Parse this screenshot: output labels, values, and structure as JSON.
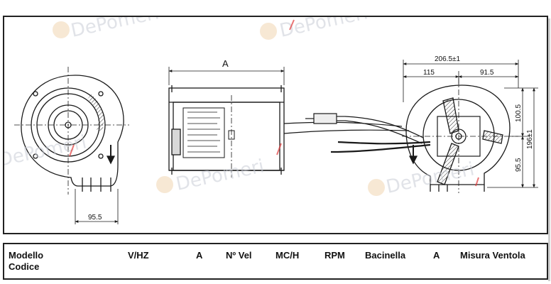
{
  "drawing": {
    "front_view": {
      "dim_width": "95.5"
    },
    "side_view": {
      "dim_label": "A"
    },
    "rear_view": {
      "dim_total_width": "206.5±1",
      "dim_left": "115",
      "dim_right": "91.5",
      "dim_upper_height": "100.5",
      "dim_total_height": "196±1",
      "dim_lower_height": "95.5"
    },
    "watermark_text": "DePomeri"
  },
  "table": {
    "headers": [
      {
        "line1": "Modello",
        "line2": "Codice"
      },
      {
        "line1": "V/HZ"
      },
      {
        "line1": "A"
      },
      {
        "line1": "Nº Vel"
      },
      {
        "line1": "MC/H"
      },
      {
        "line1": "RPM"
      },
      {
        "line1": "Bacinella"
      },
      {
        "line1": "A"
      },
      {
        "line1": "Misura Ventola"
      }
    ]
  },
  "colors": {
    "line": "#1a1a1a",
    "watermark": "#c9cdd6",
    "accent": "#e23b3b"
  }
}
